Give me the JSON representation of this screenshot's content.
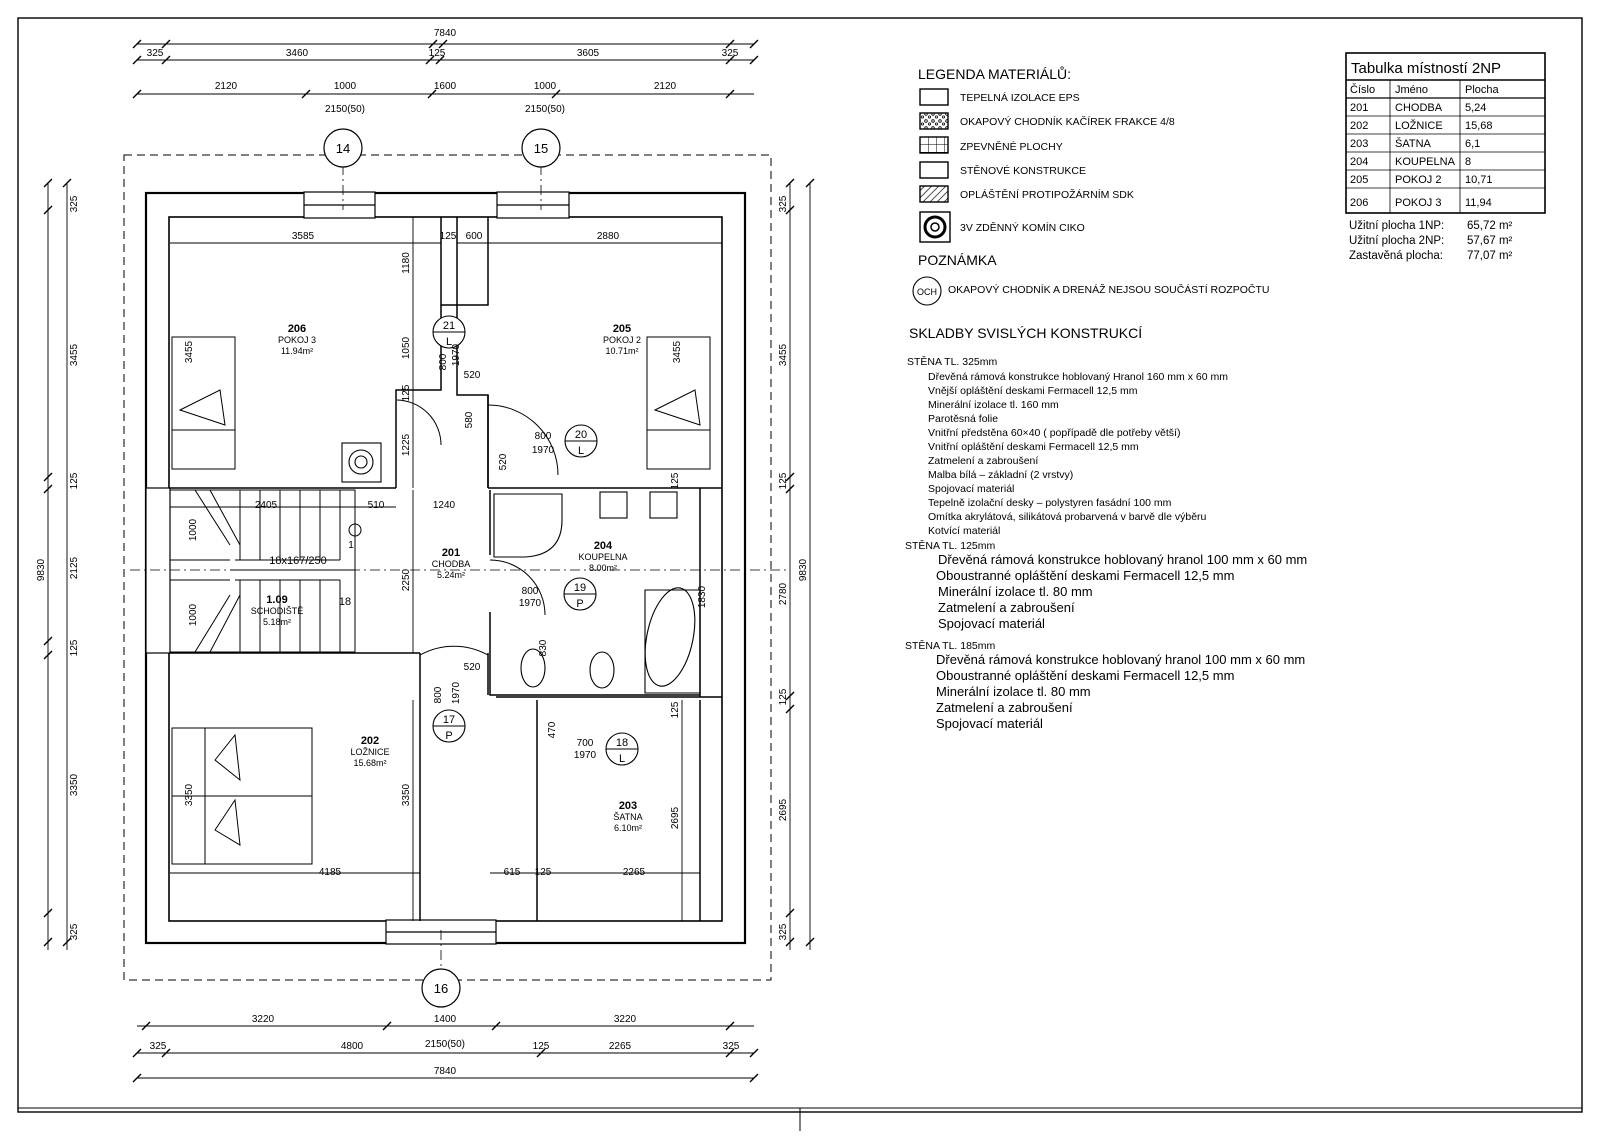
{
  "dims": {
    "top_total": "7840",
    "top_row1": [
      "325",
      "3460",
      "125",
      "3605",
      "325"
    ],
    "top_row2": [
      "2120",
      "1000",
      "1600",
      "1000",
      "2120"
    ],
    "top_row2_sub": [
      "2150(50)",
      "2150(50)"
    ],
    "bottom_row1": [
      "3220",
      "1400",
      "3220"
    ],
    "bottom_row1_sub": "2150(50)",
    "bottom_row2": [
      "325",
      "4800",
      "125",
      "2265",
      "325"
    ],
    "bottom_total": "7840",
    "left_total": "9830",
    "left_segments": [
      "325",
      "3455",
      "125",
      "2125",
      "125",
      "3350",
      "325"
    ],
    "right_total": "9830",
    "right_segments": [
      "325",
      "3455",
      "125",
      "2780",
      "125",
      "2695",
      "325"
    ],
    "interior": [
      "3585",
      "125",
      "600",
      "2880",
      "1180",
      "1050",
      "3455",
      "3455",
      "800",
      "1970",
      "520",
      "125",
      "580",
      "800",
      "1970",
      "1225",
      "520",
      "2405",
      "510",
      "1240",
      "1000",
      "1000",
      "18x167/250",
      "1",
      "18",
      "2250",
      "800",
      "1970",
      "520",
      "800",
      "1970",
      "470",
      "700",
      "1970",
      "3350",
      "3350",
      "2695",
      "4185",
      "615",
      "125",
      "2265",
      "1830",
      "830",
      "125",
      "125"
    ]
  },
  "axes": [
    "14",
    "15",
    "16"
  ],
  "doors": [
    {
      "num": "21",
      "side": "L"
    },
    {
      "num": "20",
      "side": "L"
    },
    {
      "num": "19",
      "side": "P"
    },
    {
      "num": "17",
      "side": "P"
    },
    {
      "num": "18",
      "side": "L"
    }
  ],
  "rooms": [
    {
      "num": "206",
      "name": "POKOJ 3",
      "area": "11.94m²"
    },
    {
      "num": "205",
      "name": "POKOJ 2",
      "area": "10.71m²"
    },
    {
      "num": "201",
      "name": "CHODBA",
      "area": "5.24m²"
    },
    {
      "num": "204",
      "name": "KOUPELNA",
      "area": "8.00m²"
    },
    {
      "num": "1.09",
      "name": "SCHODIŠTĚ",
      "area": "5.18m²"
    },
    {
      "num": "202",
      "name": "LOŽNICE",
      "area": "15.68m²"
    },
    {
      "num": "203",
      "name": "ŠATNA",
      "area": "6.10m²"
    }
  ],
  "legend": {
    "title": "LEGENDA MATERIÁLŮ:",
    "items": [
      {
        "label": "TEPELNÁ IZOLACE EPS",
        "pattern": "empty"
      },
      {
        "label": "OKAPOVÝ CHODNÍK KAČÍREK FRAKCE 4/8",
        "pattern": "gravel"
      },
      {
        "label": "ZPEVNĚNÉ PLOCHY",
        "pattern": "grid"
      },
      {
        "label": "STĚNOVÉ KONSTRUKCE",
        "pattern": "empty"
      },
      {
        "label": "OPLÁŠTĚNÍ PROTIPOŽÁRNÍM SDK",
        "pattern": "hatch"
      },
      {
        "label": "3V ZDĚNNÝ KOMÍN CIKO",
        "pattern": "chimney"
      }
    ]
  },
  "note": {
    "title": "POZNÁMKA",
    "badge": "OCH",
    "text": "OKAPOVÝ CHODNÍK A DRENÁŽ NEJSOU SOUČÁSTÍ ROZPOČTU"
  },
  "skladby": {
    "title": "SKLADBY SVISLÝCH KONSTRUKCÍ",
    "wall1": {
      "title": "STĚNA TL. 325mm",
      "lines": [
        "Dřevěná rámová konstrukce hoblovaný Hranol 160 mm x 60 mm",
        "Vnější opláštění deskami Fermacell 12,5 mm",
        "Minerální izolace tl. 160 mm",
        "Parotěsná folie",
        "Vnitřní předstěna 60×40 ( popřípadě dle potřeby větší)",
        "Vnitřní opláštění deskami Fermacell 12,5 mm",
        "Zatmelení a zabroušení",
        "Malba bílá – základní (2 vrstvy)",
        "Spojovací materiál",
        "Tepelně izolační desky – polystyren fasádní 100 mm",
        "Omítka akrylátová, silikátová probarvená v barvě dle výběru",
        "Kotvící materiál"
      ]
    },
    "wall2": {
      "title": "STĚNA TL. 125mm",
      "lines": [
        "Dřevěná rámová konstrukce hoblovaný hranol 100 mm x 60 mm",
        "Oboustranné opláštění deskami Fermacell 12,5 mm",
        "Minerální izolace tl. 80 mm",
        "Zatmelení a zabroušení",
        "Spojovací materiál"
      ]
    },
    "wall3": {
      "title": "STĚNA TL. 185mm",
      "lines": [
        "Dřevěná rámová konstrukce hoblovaný hranol 100 mm x 60 mm",
        "Oboustranné opláštění deskami Fermacell 12,5 mm",
        "Minerální izolace tl. 80 mm",
        "Zatmelení a zabroušení",
        "Spojovací materiál"
      ]
    }
  },
  "table": {
    "title": "Tabulka místností 2NP",
    "headers": [
      "Číslo",
      "Jméno",
      "Plocha"
    ],
    "rows": [
      [
        "201",
        "CHODBA",
        "5,24"
      ],
      [
        "202",
        "LOŽNICE",
        "15,68"
      ],
      [
        "203",
        "ŠATNA",
        "6,1"
      ],
      [
        "204",
        "KOUPELNA",
        "8"
      ],
      [
        "205",
        "POKOJ 2",
        "10,71"
      ],
      [
        "206",
        "POKOJ 3",
        "11,94"
      ]
    ],
    "summary": [
      {
        "label": "Užitní plocha 1NP:",
        "value": "65,72 m²"
      },
      {
        "label": "Užitní plocha 2NP:",
        "value": "57,67 m²"
      },
      {
        "label": "Zastavěná plocha:",
        "value": "77,07 m²"
      }
    ]
  }
}
